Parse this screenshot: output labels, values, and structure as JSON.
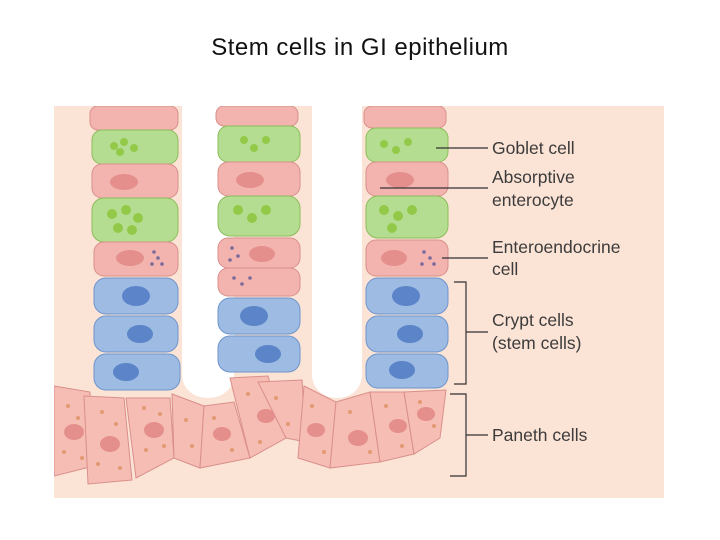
{
  "title": "Stem cells in GI epithelium",
  "labels": {
    "goblet": "Goblet cell",
    "absorptive_1": "Absorptive",
    "absorptive_2": "enterocyte",
    "enteroendocrine_1": "Enteroendocrine",
    "enteroendocrine_2": "cell",
    "crypt_1": "Crypt cells",
    "crypt_2": "(stem cells)",
    "paneth": "Paneth cells"
  },
  "colors": {
    "background": "#fbe3d5",
    "lumen": "#ffffff",
    "absorptive": "#f3b4b0",
    "absorptive_nucleus": "#e58f8c",
    "goblet": "#b5dd92",
    "goblet_granule": "#93c949",
    "stem_cell": "#9dbbe3",
    "stem_nucleus": "#5b85c8",
    "paneth": "#f6bdb4",
    "paneth_granule": "#e39a72",
    "enteroendocrine_granule": "#7a6a9a",
    "leader_line": "#333333"
  }
}
